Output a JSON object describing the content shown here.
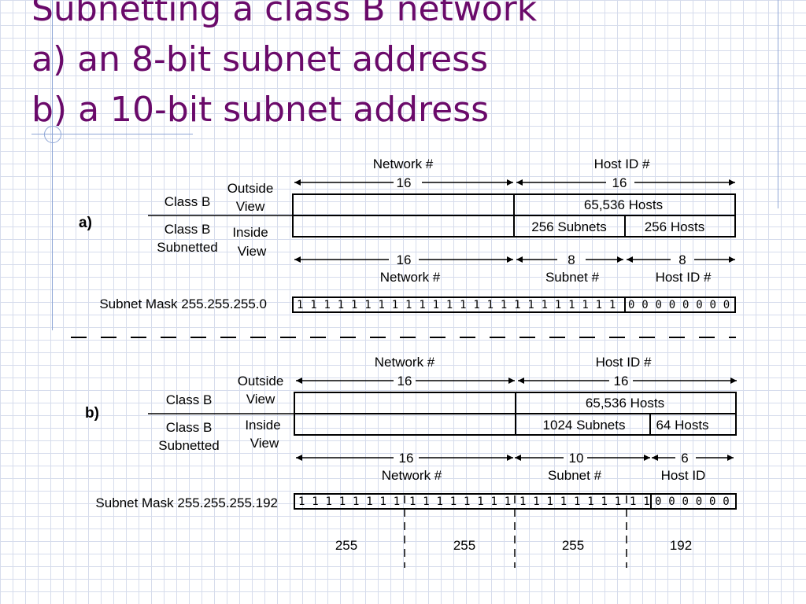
{
  "title": {
    "line1": "Subnetting a class B network",
    "line2": "a) an 8-bit subnet address",
    "line3": "b) a 10-bit subnet address"
  },
  "colors": {
    "title": "#6a0a6a",
    "grid": "#d6dcec",
    "accent_lines": "#8ea6d6"
  },
  "part_a": {
    "label": "a)",
    "top_network_label": "Network  #",
    "top_host_label": "Host ID #",
    "top_network_bits": "16",
    "top_host_bits": "16",
    "outside_view": [
      "Outside",
      "View"
    ],
    "inside_view": [
      "Inside",
      "View"
    ],
    "class_b": "Class B",
    "class_b_subnetted": [
      "Class B",
      "Subnetted"
    ],
    "hosts_total": "65,536 Hosts",
    "subnets": "256 Subnets",
    "hosts_per_subnet": "256  Hosts",
    "bottom_network_bits": "16",
    "bottom_subnet_bits": "8",
    "bottom_host_bits": "8",
    "bottom_network_label": "Network #",
    "bottom_subnet_label": "Subnet #",
    "bottom_host_label": "Host ID #",
    "mask_label": "Subnet Mask 255.255.255.0",
    "mask_ones": "1 1 1 1 1 1 1 1 1 1 1 1 1 1 1 1 1 1 1 1 1 1 1 1",
    "mask_zeros": "0 0 0 0 0 0 0 0"
  },
  "part_b": {
    "label": "b)",
    "top_network_label": "Network  #",
    "top_host_label": "Host ID #",
    "top_network_bits": "16",
    "top_host_bits": "16",
    "outside_view": [
      "Outside",
      "View"
    ],
    "inside_view": [
      "Inside",
      "View"
    ],
    "class_b": "Class B",
    "class_b_subnetted": [
      "Class B",
      "Subnetted"
    ],
    "hosts_total": "65,536 Hosts",
    "subnets": "1024  Subnets",
    "hosts_per_subnet": "64 Hosts",
    "bottom_network_bits": "16",
    "bottom_subnet_bits": "10",
    "bottom_host_bits": "6",
    "bottom_network_label": "Network #",
    "bottom_subnet_label": "Subnet  #",
    "bottom_host_label": "Host ID",
    "mask_label": "Subnet Mask 255.255.255.192",
    "mask_octet1": "1 1 1 1 1 1 1 1",
    "mask_octet2": "1 1 1 1 1 1 1 1",
    "mask_octet3": "1 1 1 1 1 1 1 1",
    "mask_octet4_ones": "1 1",
    "mask_zeros": "0 0 0 0 0 0",
    "octet_values": [
      "255",
      "255",
      "255",
      "192"
    ]
  }
}
